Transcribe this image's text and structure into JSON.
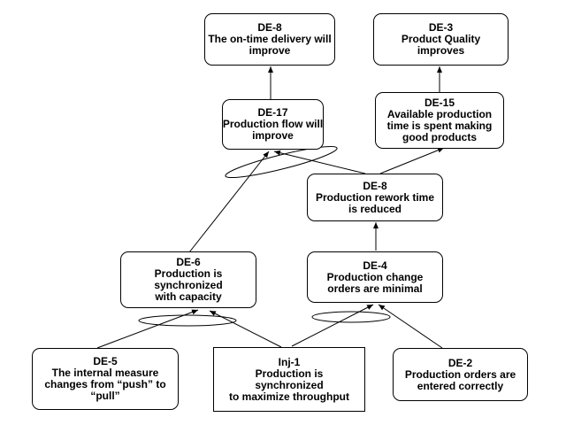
{
  "nodes": {
    "de8_top": {
      "id": "DE-8",
      "lines": [
        "The on-time delivery will",
        "improve"
      ]
    },
    "de3": {
      "id": "DE-3",
      "lines": [
        "Product Quality",
        "improves"
      ]
    },
    "de17": {
      "id": "DE-17",
      "lines": [
        "Production flow will",
        "improve"
      ]
    },
    "de15": {
      "id": "DE-15",
      "lines": [
        "Available production",
        "time is spent making",
        "good products"
      ]
    },
    "de8_mid": {
      "id": "DE-8",
      "lines": [
        "Production rework time",
        "is reduced"
      ]
    },
    "de6": {
      "id": "DE-6",
      "lines": [
        "Production is",
        "synchronized",
        "with capacity"
      ]
    },
    "de4": {
      "id": "DE-4",
      "lines": [
        "Production change",
        "orders are minimal"
      ]
    },
    "de5": {
      "id": "DE-5",
      "lines": [
        "The internal measure",
        "changes from “push” to",
        "“pull”"
      ]
    },
    "inj1": {
      "id": "Inj-1",
      "lines": [
        "Production is",
        "synchronized",
        "to maximize throughput"
      ]
    },
    "de2": {
      "id": "DE-2",
      "lines": [
        "Production orders are",
        "entered correctly"
      ]
    }
  },
  "colors": {
    "stroke": "#000000",
    "fill": "#ffffff"
  }
}
